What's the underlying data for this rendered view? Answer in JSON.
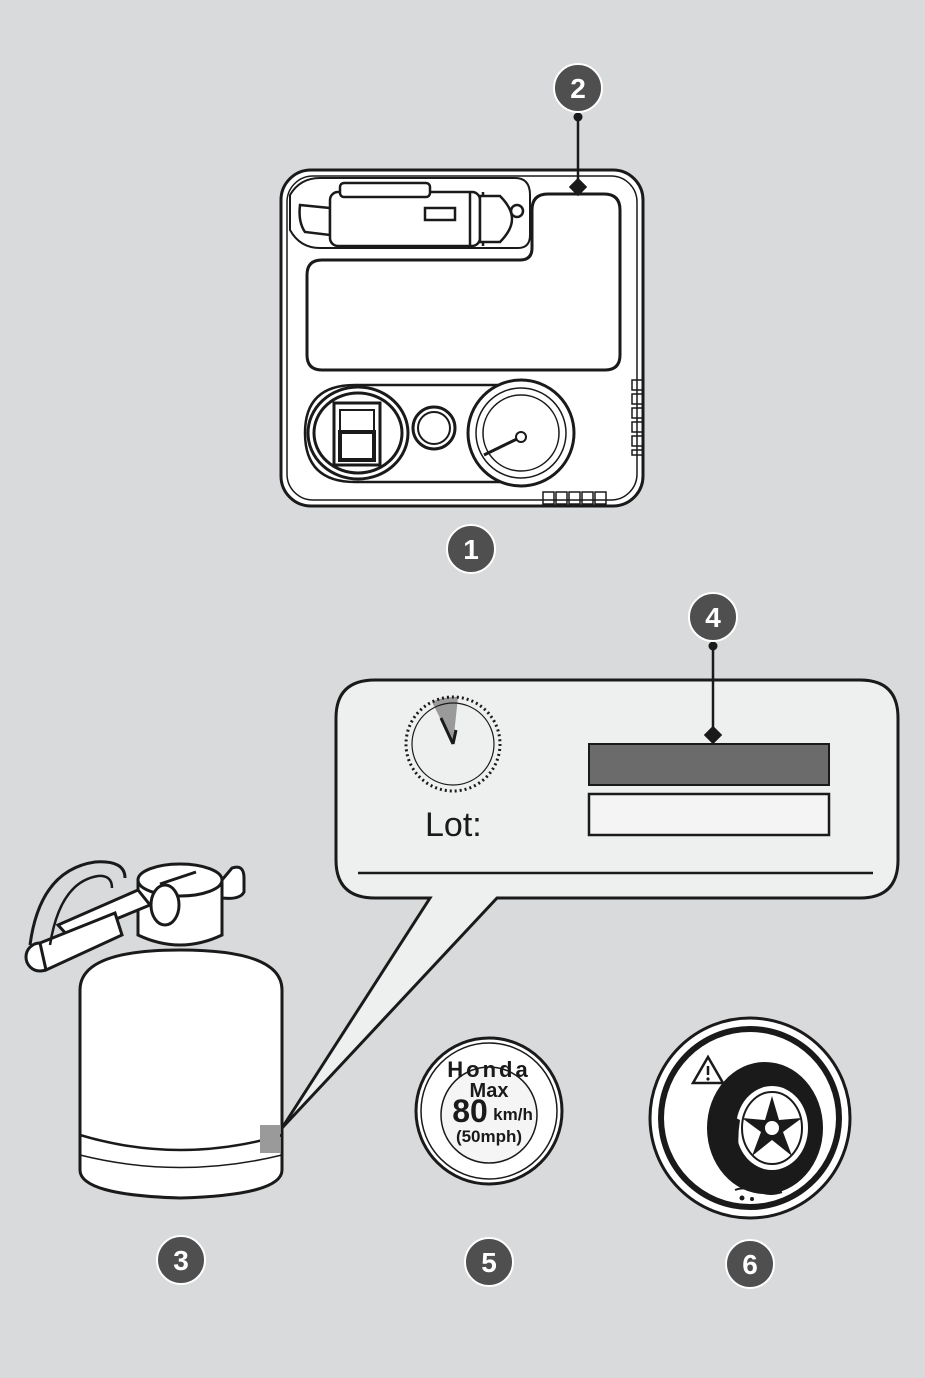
{
  "callouts": {
    "c1": "1",
    "c2": "2",
    "c3": "3",
    "c4": "4",
    "c5": "5",
    "c6": "6"
  },
  "label_panel": {
    "lot_label": "Lot:"
  },
  "speed_sticker": {
    "brand": "Honda",
    "max_label": "Max",
    "speed_value": "80",
    "speed_unit": "km/h",
    "speed_alt": "(50mph)"
  },
  "colors": {
    "background": "#d9dadb",
    "callout_fill": "#4f4f4f",
    "panel_fill": "#eeefef",
    "highlight_box": "#6b6b6b",
    "outline": "#1a1a1a"
  },
  "icons": {
    "compressor": "air-compressor-icon",
    "plug": "power-plug-icon",
    "gauge": "pressure-gauge-icon",
    "bottle": "sealant-bottle-icon",
    "clock": "clock-icon",
    "tire_warning": "tire-warning-icon"
  }
}
